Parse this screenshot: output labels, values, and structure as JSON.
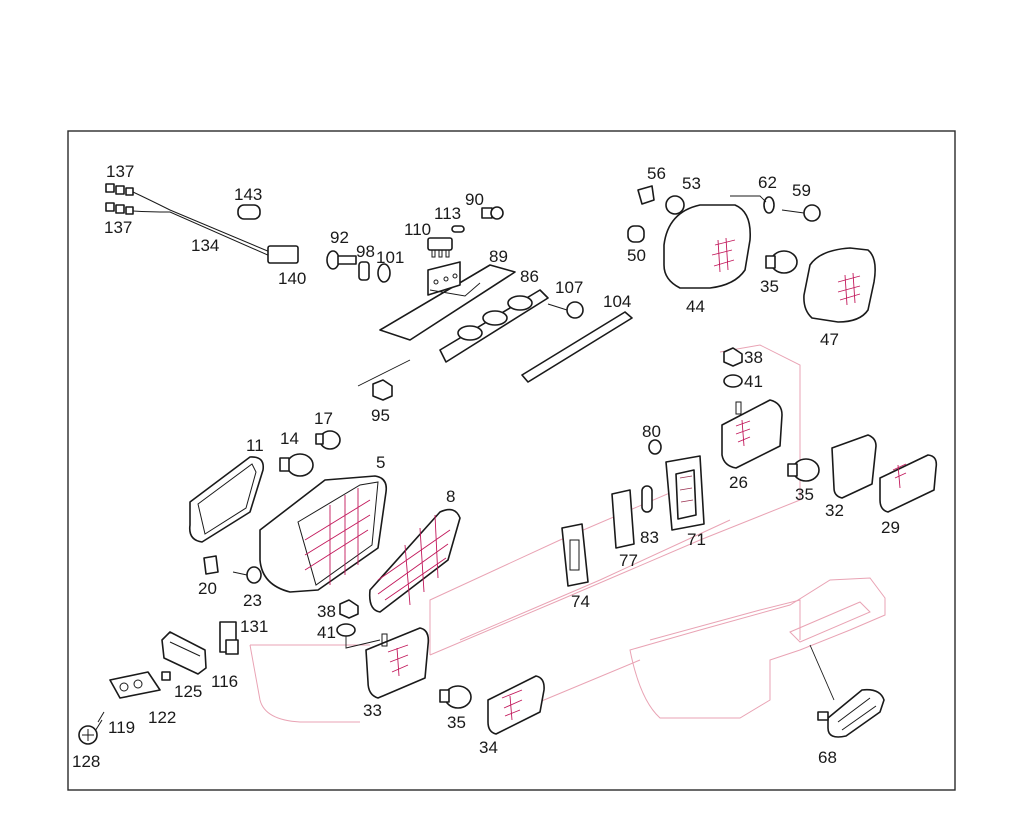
{
  "diagram": {
    "labels": [
      "137",
      "137",
      "143",
      "134",
      "140",
      "92",
      "98",
      "101",
      "110",
      "113",
      "90",
      "89",
      "86",
      "107",
      "104",
      "95",
      "56",
      "53",
      "62",
      "59",
      "50",
      "44",
      "35",
      "47",
      "38",
      "41",
      "80",
      "26",
      "35",
      "32",
      "29",
      "83",
      "71",
      "77",
      "74",
      "17",
      "14",
      "11",
      "5",
      "8",
      "20",
      "23",
      "38",
      "41",
      "131",
      "116",
      "125",
      "122",
      "119",
      "128",
      "33",
      "35",
      "34",
      "68"
    ]
  }
}
